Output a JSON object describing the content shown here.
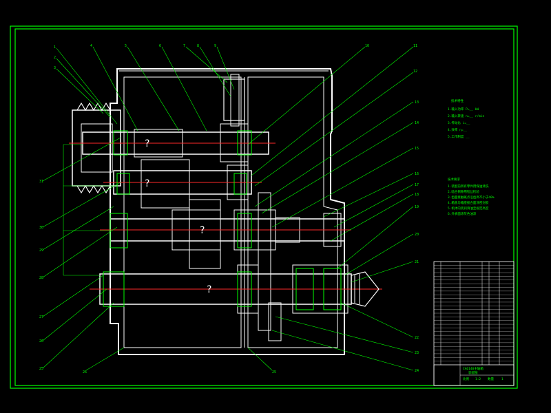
{
  "colors": {
    "background": "#000000",
    "frame": "#00ff00",
    "outline": "#ffffff",
    "centerline": "#ff2a2a"
  },
  "balloons": {
    "top": [
      "1",
      "2",
      "3",
      "4",
      "5",
      "6",
      "7",
      "8",
      "9",
      "10",
      "11",
      "12"
    ],
    "right": [
      "13",
      "14",
      "15",
      "16",
      "17",
      "18",
      "19",
      "20",
      "21",
      "22",
      "23",
      "24"
    ],
    "left": [
      "31",
      "30",
      "29",
      "28",
      "27",
      "26",
      "25"
    ],
    "bottom": [
      "26",
      "25"
    ]
  },
  "shaft_marks": [
    "?",
    "?",
    "?",
    "?"
  ],
  "tech_notes_top": [
    "技术特性",
    "1.输入功率 P=__ kW",
    "2.输入转速 n=__ r/min",
    "3.传动比 i=__",
    "4.效率 η=__",
    "5.工作制度 __"
  ],
  "tech_notes_bottom": [
    "技术要求",
    "1.装配前所有零件用煤油清洗",
    "2.啮合侧隙用铅丝检验",
    "3.齿面接触斑点沿齿高不小于40%",
    "4.箱盖与箱座接合面涂密封胶",
    "5.机体内装润滑油至规定高度",
    "6.外表面涂灰色油漆"
  ],
  "title_block": {
    "drawing_name": "CA6140主轴箱",
    "sub": "装配图",
    "scale_cells": [
      "比例",
      "1:2",
      "数量",
      "1"
    ]
  },
  "parts_rows": 28
}
